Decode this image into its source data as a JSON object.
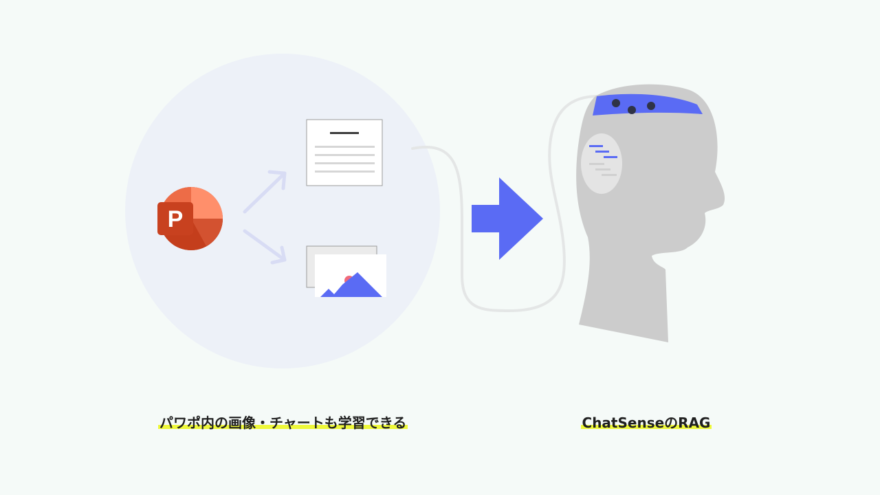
{
  "captions": {
    "left": "パワポ内の画像・チャートも学習できる",
    "right": "ChatSenseのRAG"
  },
  "app_icon": {
    "letter": "P"
  },
  "colors": {
    "background": "#f5faf8",
    "circle": "#edf1f8",
    "accent_blue": "#5a6bf4",
    "light_arrow": "#d8dcf4",
    "head_gray": "#cccccc",
    "powerpoint_orange": "#d04423",
    "highlight": "#eef83a"
  },
  "icons": [
    "powerpoint-icon",
    "text-document-icon",
    "image-document-icon",
    "big-arrow-icon",
    "head-icon"
  ]
}
